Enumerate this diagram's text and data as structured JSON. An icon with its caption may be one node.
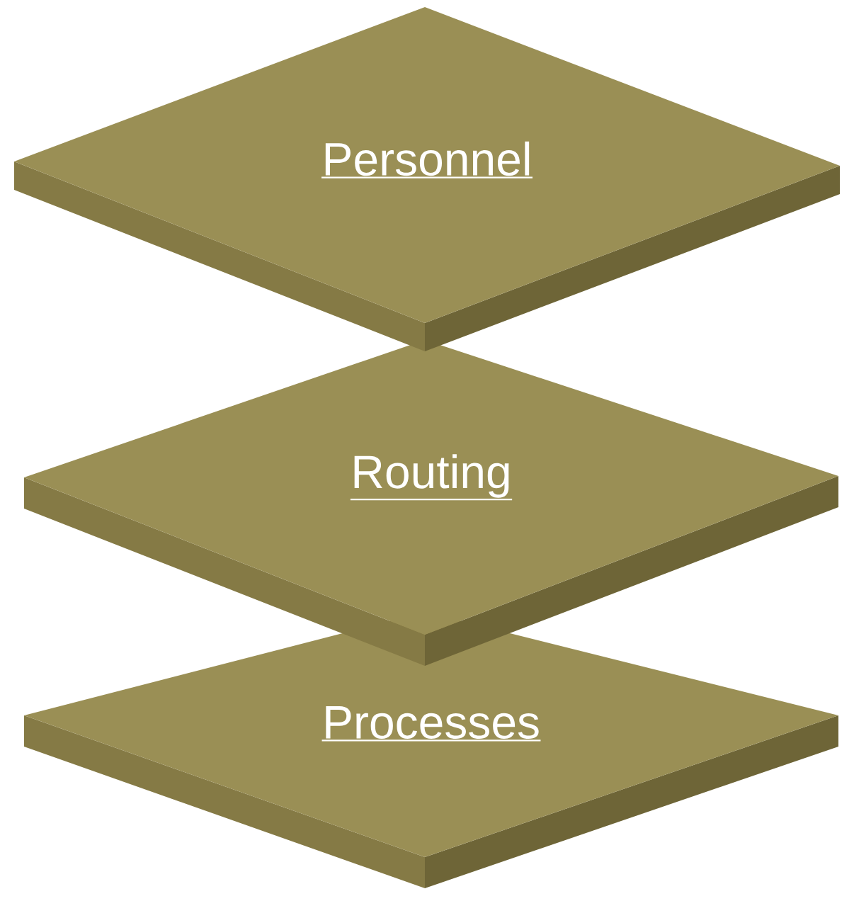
{
  "diagram": {
    "nodes": [
      {
        "text": [
          "Personnel"
        ]
      },
      {
        "text": [
          "Routing"
        ]
      },
      {
        "text": [
          "Processes"
        ]
      }
    ]
  }
}
